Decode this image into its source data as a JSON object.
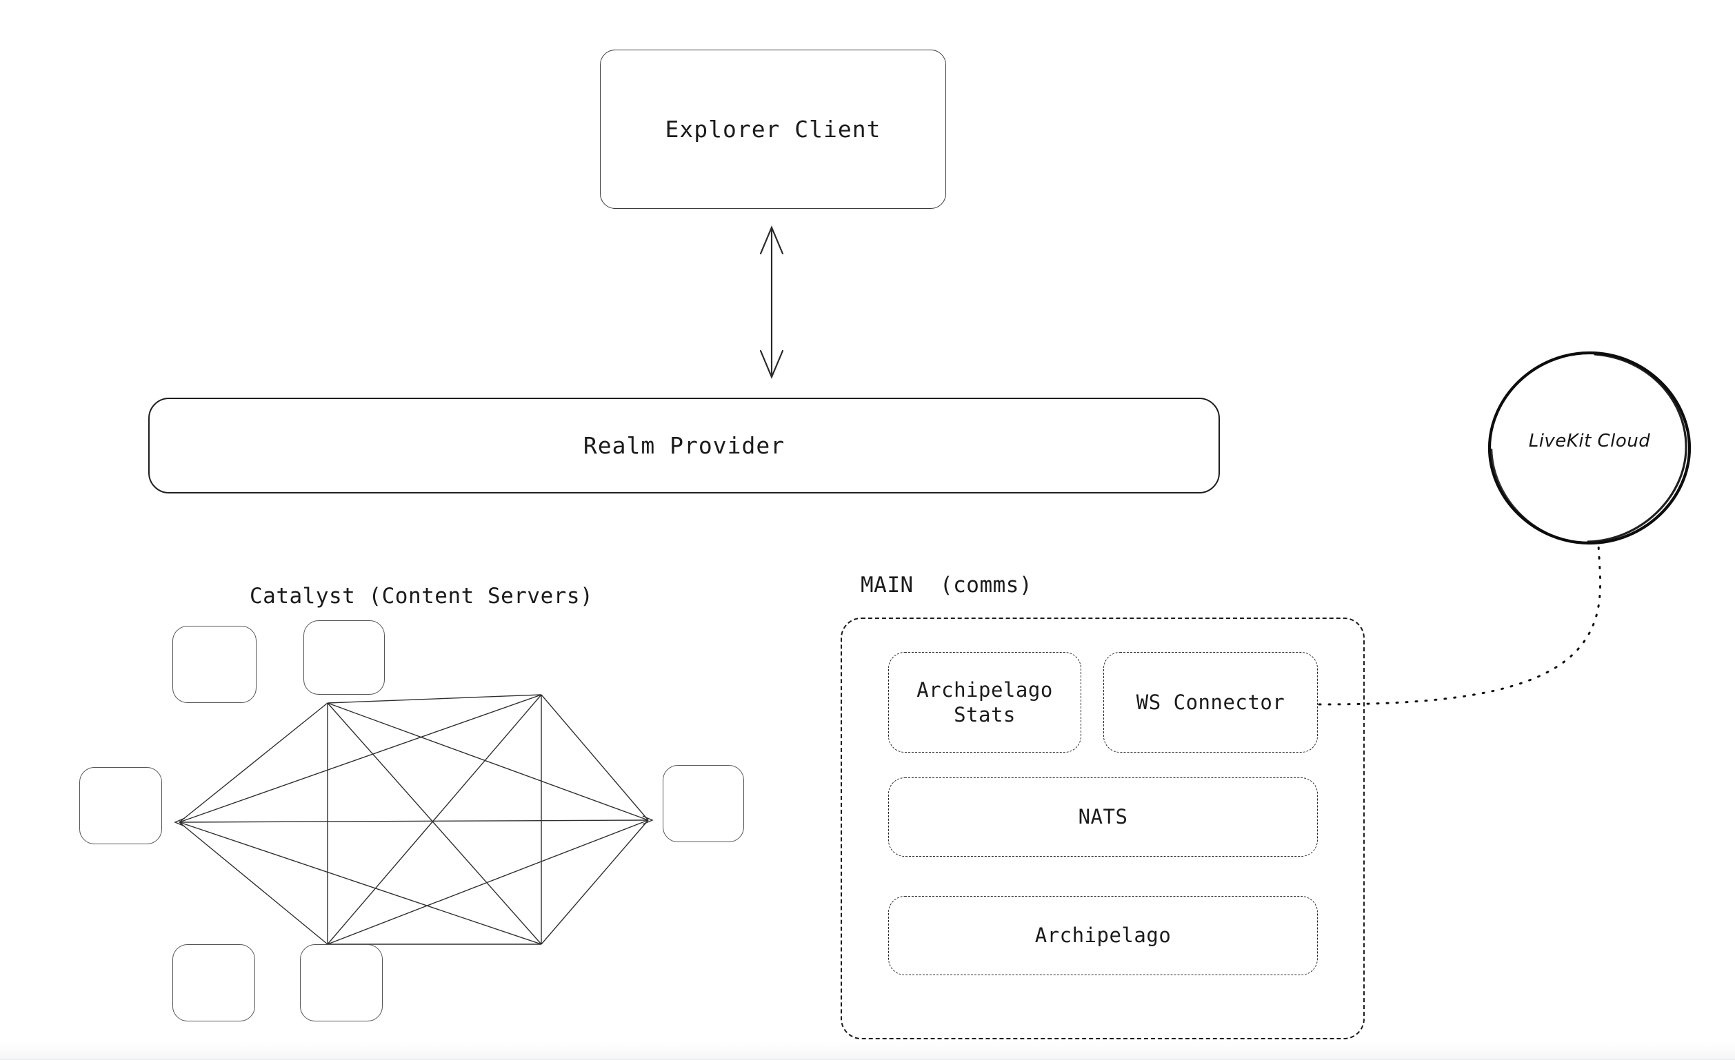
{
  "diagram": {
    "background": "#ffffff",
    "stroke": "#1b1b1b",
    "nodes": {
      "explorer_client": {
        "label": "Explorer Client"
      },
      "realm_provider": {
        "label": "Realm Provider"
      },
      "livekit_cloud": {
        "label": "LiveKit Cloud"
      }
    },
    "sections": {
      "catalyst": {
        "title": "Catalyst (Content Servers)",
        "node_count": 6,
        "node_labels": [
          "",
          "",
          "",
          "",
          "",
          ""
        ],
        "topology": "full-mesh"
      },
      "main": {
        "title": "MAIN  (comms)",
        "children": [
          {
            "label": "Archipelago\nStats"
          },
          {
            "label": "WS Connector"
          },
          {
            "label": "NATS"
          },
          {
            "label": "Archipelago"
          }
        ]
      }
    },
    "connectors": [
      {
        "from": "explorer-client",
        "to": "realm-provider",
        "style": "solid",
        "arrows": "both"
      },
      {
        "from": "ws-connector",
        "to": "livekit-cloud",
        "style": "dotted",
        "arrows": "none"
      }
    ]
  }
}
